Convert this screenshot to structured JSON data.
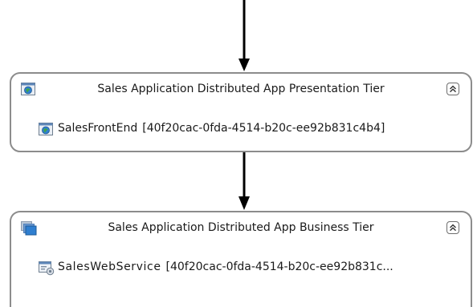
{
  "tiers": [
    {
      "title": "Sales Application Distributed App Presentation Tier",
      "icon": "web-application-icon",
      "member": {
        "name": "SalesFrontEnd",
        "id": "[40f20cac-0fda-4514-b20c-ee92b831c4b4]",
        "icon": "web-application-icon"
      }
    },
    {
      "title": "Sales Application Distributed App Business Tier",
      "icon": "tier-stack-icon",
      "member": {
        "name": "SalesWebService",
        "id": "[40f20cac-0fda-4514-b20c-ee92b831c...",
        "icon": "web-service-icon"
      }
    }
  ],
  "colors": {
    "border": "#8c8c8c",
    "arrow": "#000000",
    "icon_blue": "#2f7fd0",
    "icon_green": "#3fa34d"
  }
}
